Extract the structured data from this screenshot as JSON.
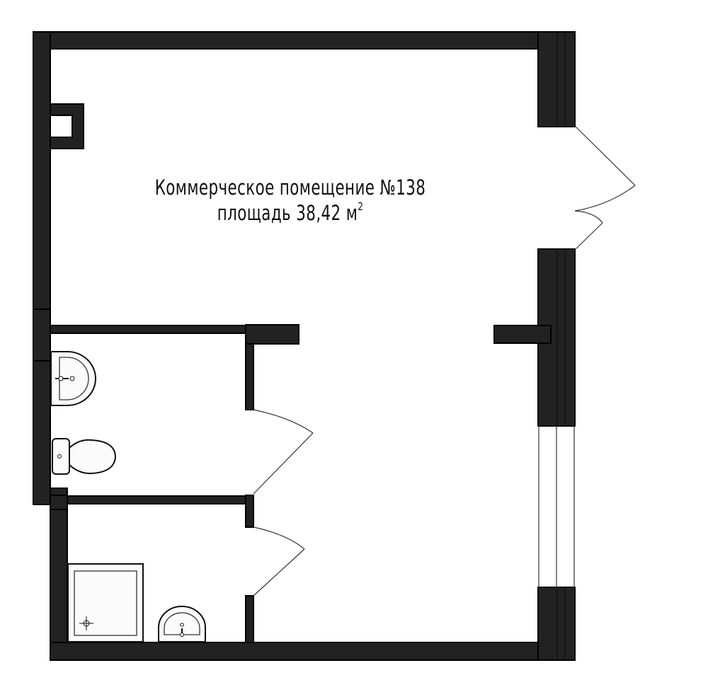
{
  "plan": {
    "title": "Коммерческое помещение №138",
    "area_label": "площадь",
    "area_value": "38,42",
    "area_unit": "м",
    "area_unit_sup": "2"
  },
  "rooms": [
    {
      "name": "main-hall"
    },
    {
      "name": "wc",
      "fixtures": [
        "sink",
        "toilet"
      ]
    },
    {
      "name": "shower-room",
      "fixtures": [
        "shower",
        "sink"
      ]
    }
  ],
  "colors": {
    "wall": "#222222",
    "background": "#ffffff"
  }
}
